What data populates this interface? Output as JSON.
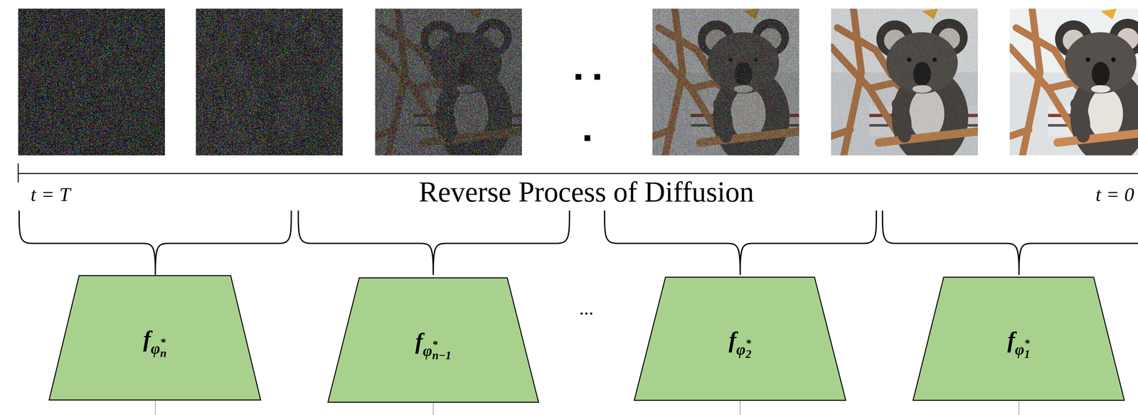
{
  "diagram": {
    "nodes": [
      {
        "text": [
          "f",
          "φ",
          "*",
          "n"
        ]
      },
      {
        "text": [
          "f",
          "φ",
          "*",
          "n−1"
        ]
      },
      {
        "text": [
          "f",
          "φ",
          "*",
          "2"
        ]
      },
      {
        "text": [
          "f",
          "φ",
          "*",
          "1"
        ]
      }
    ],
    "labels": [
      "t = T",
      "Reverse Process of Diffusion",
      "t = 0",
      "..."
    ]
  }
}
